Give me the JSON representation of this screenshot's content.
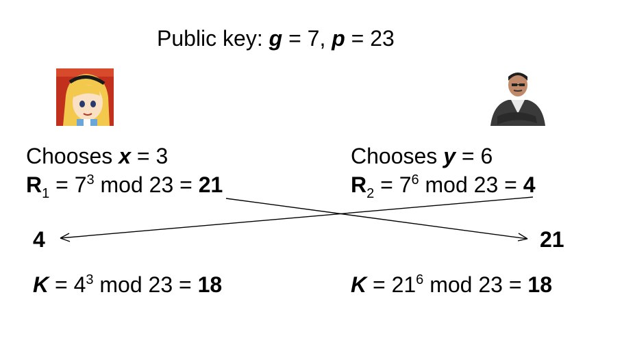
{
  "header": {
    "prefix": "Public key: ",
    "g_sym": "g",
    "g_eq": " = 7, ",
    "p_sym": "p",
    "p_eq": " = 23"
  },
  "alice": {
    "chooses_prefix": "Chooses ",
    "var": "x",
    "var_eq": " = 3",
    "r_sym": "R",
    "r_sub": "1",
    "r_mid1": "  = 7",
    "r_exp": "3",
    "r_mid2": " mod 23 = ",
    "r_val": "21",
    "received": "4",
    "k_sym": "K",
    "k_mid1": " = 4",
    "k_exp": "3",
    "k_mid2": "  mod 23 = ",
    "k_val": "18"
  },
  "bob": {
    "chooses_prefix": "Chooses ",
    "var": "y",
    "var_eq": " = 6",
    "r_sym": "R",
    "r_sub": "2",
    "r_mid1": "  = 7",
    "r_exp": "6",
    "r_mid2": " mod 23 = ",
    "r_val": "4",
    "received": "21",
    "k_sym": "K",
    "k_mid1": " = 21",
    "k_exp": "6",
    "k_mid2": "  mod 23 = ",
    "k_val": "18"
  }
}
